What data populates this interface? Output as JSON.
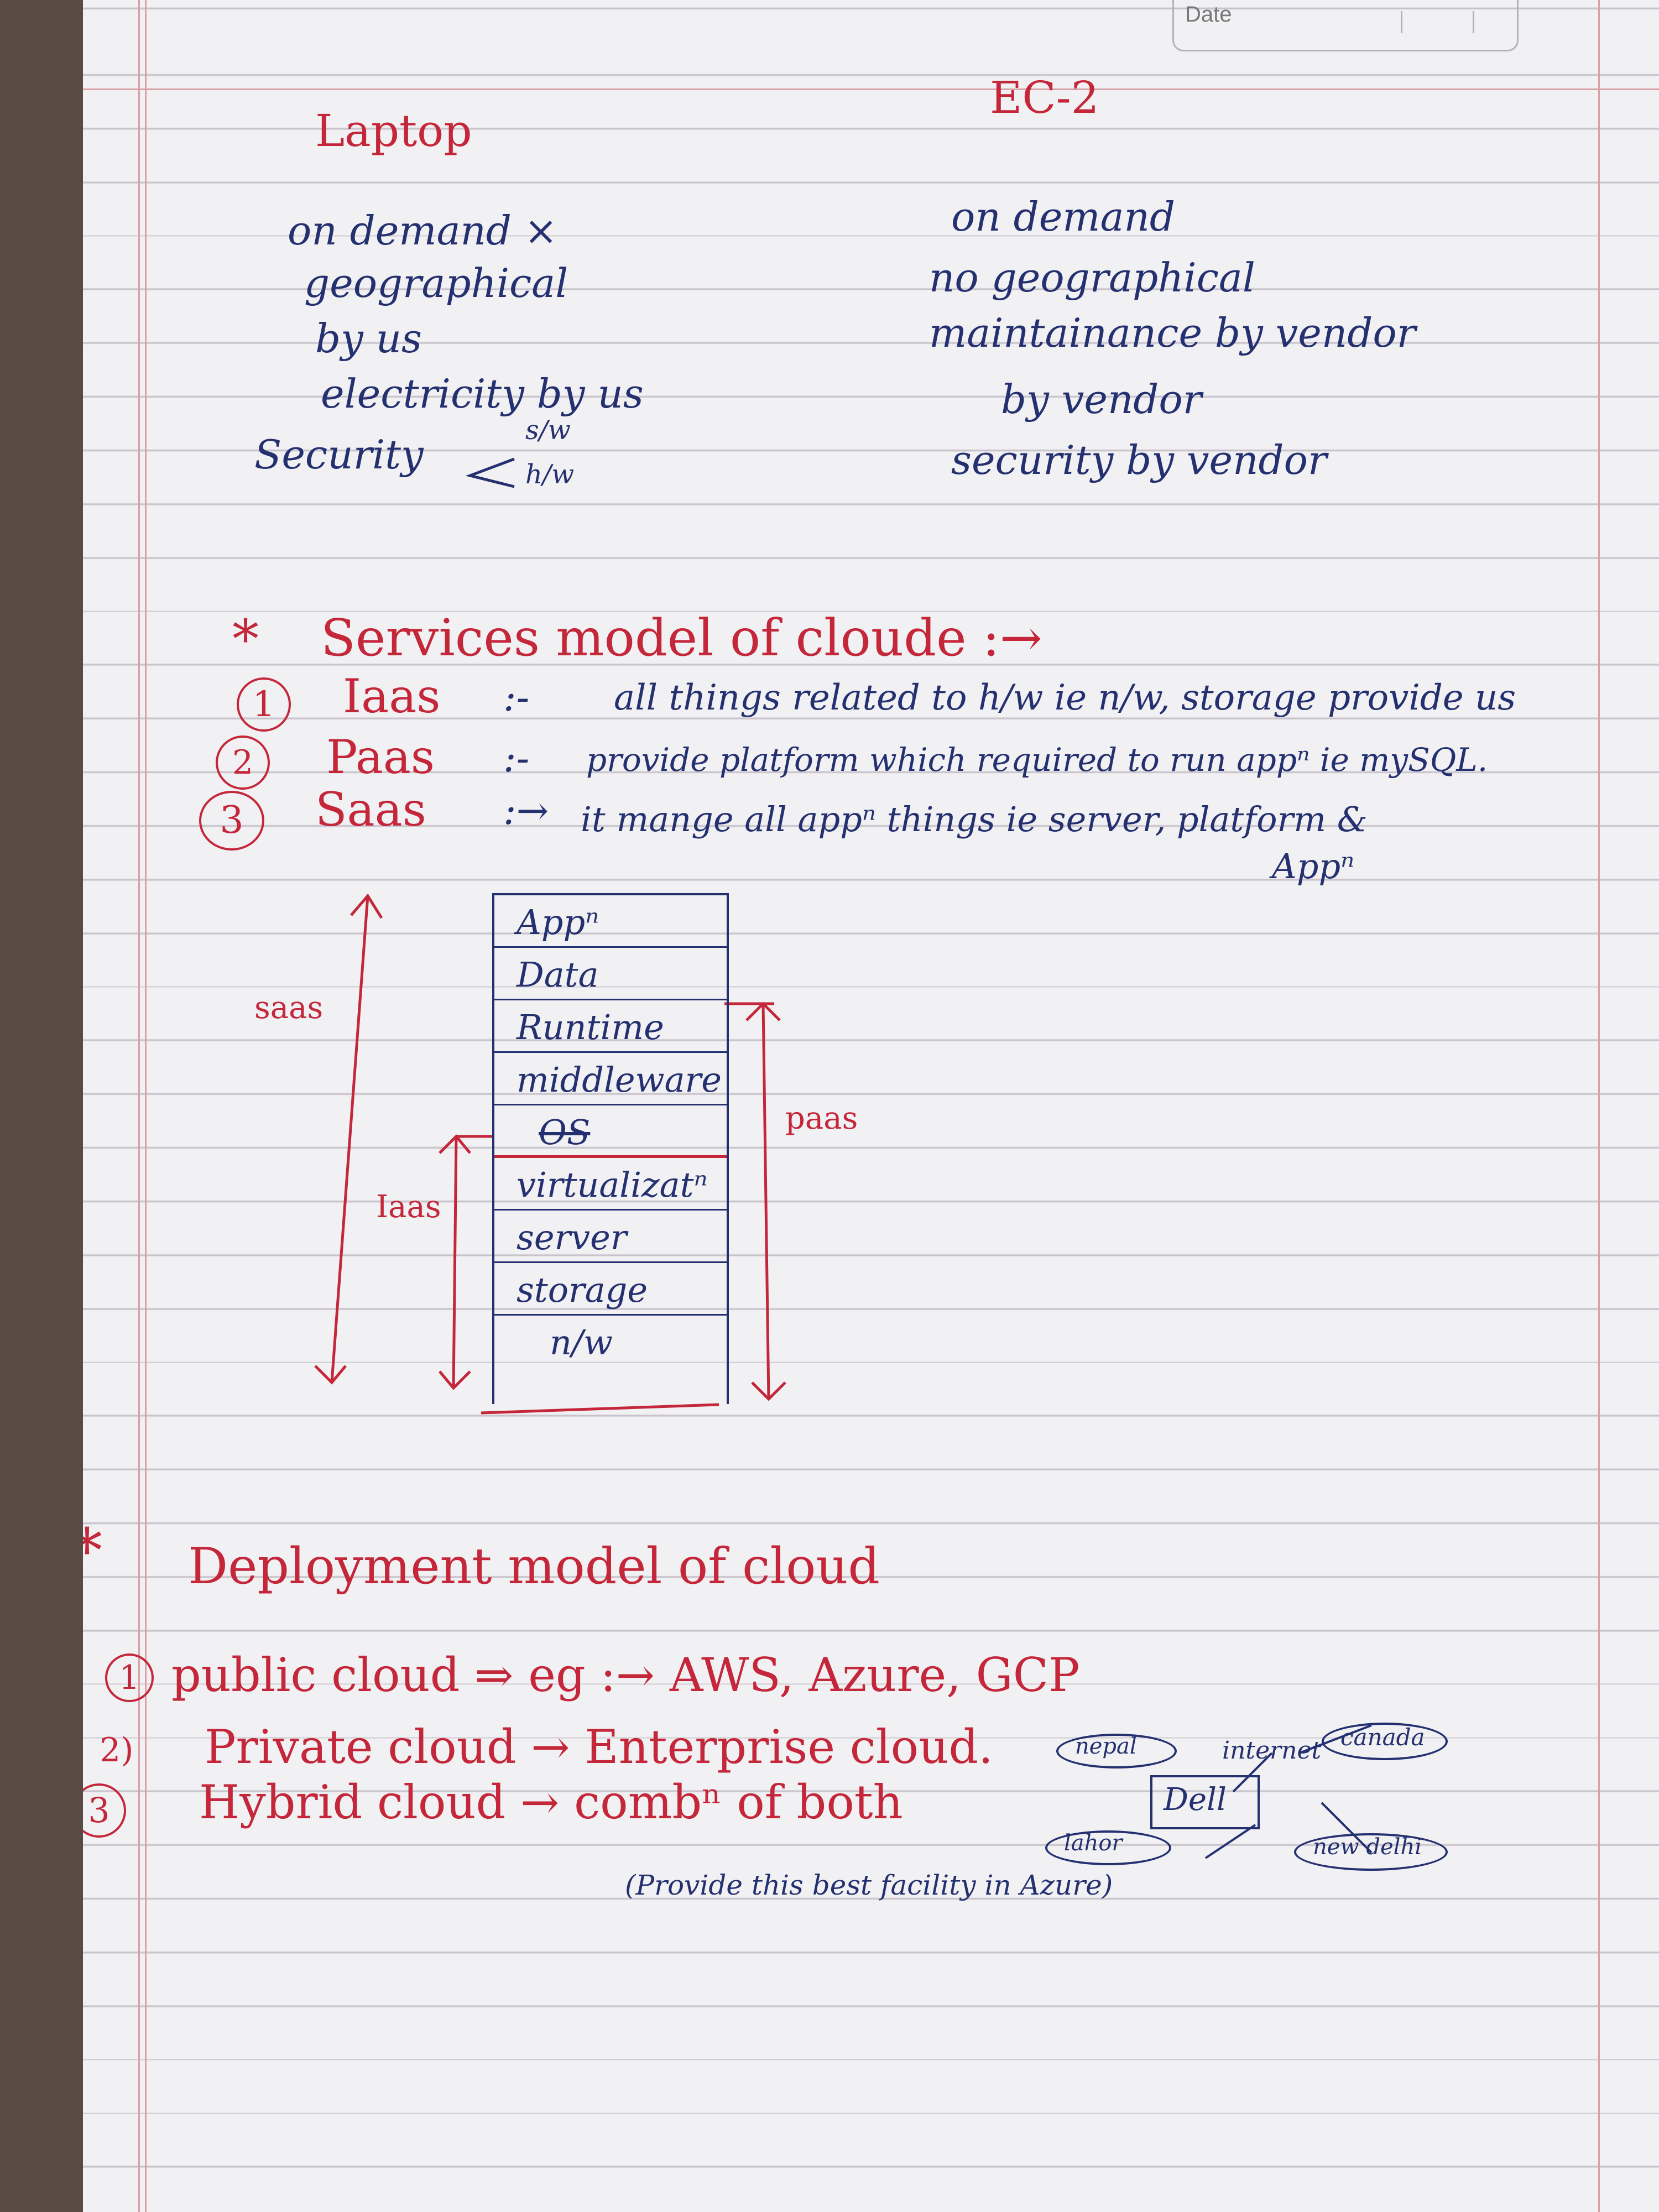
{
  "header": {
    "date_label": "Date"
  },
  "comparison": {
    "left": {
      "title": "Laptop",
      "lines": [
        "on demand ×",
        "geographical",
        "by us",
        "electricity by us"
      ],
      "security_label": "Security",
      "security_branch_top": "s/w",
      "security_branch_bottom": "h/w"
    },
    "right": {
      "title": "EC-2",
      "lines": [
        "on demand",
        "no geographical",
        "maintainance by vendor",
        "by vendor",
        "security by vendor"
      ]
    }
  },
  "services": {
    "heading_star": "*",
    "heading": "Services model of cloude :→",
    "items": [
      {
        "num": "1",
        "name": "Iaas",
        "sep": ":-",
        "desc": "all things related to h/w ie n/w, storage provide us"
      },
      {
        "num": "2",
        "name": "Paas",
        "sep": ":-",
        "desc": "provide platform which required to run appⁿ ie mySQL."
      },
      {
        "num": "3",
        "name": "Saas",
        "sep": ":→",
        "desc": "it mange all appⁿ things ie server, platform &",
        "desc2": "Appⁿ"
      }
    ]
  },
  "stack_diagram": {
    "layers": [
      "Appⁿ",
      "Data",
      "Runtime",
      "middleware",
      "OS",
      "virtualizatⁿ",
      "server",
      "storage",
      "n/w"
    ],
    "saas_label": "saas",
    "paas_label": "paas",
    "iaas_label": "Iaas"
  },
  "deployment": {
    "heading_star": "*",
    "heading": "Deployment model of cloud",
    "items": [
      {
        "num": "1",
        "text": "public cloud ⇒ eg :→ AWS, Azure, GCP"
      },
      {
        "num": "2)",
        "text": "Private cloud → Enterprise cloud."
      },
      {
        "num": "3",
        "text": "Hybrid cloud → combⁿ of both"
      }
    ],
    "note": "(Provide this best facility in Azure)",
    "network": {
      "center": "Dell",
      "internet": "internet",
      "nodes": [
        "nepal",
        "canada",
        "lahor",
        "new delhi"
      ]
    }
  }
}
